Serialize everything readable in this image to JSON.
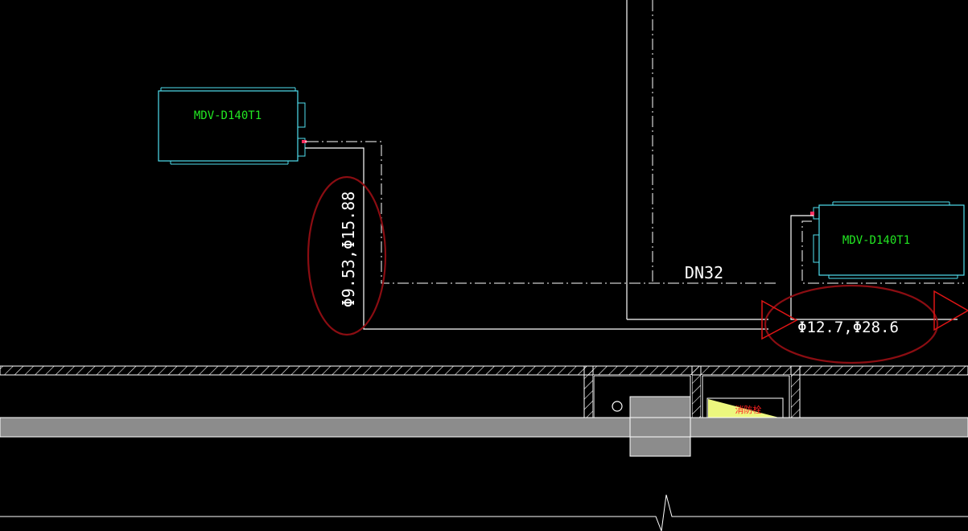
{
  "units": [
    {
      "id": "unit-1",
      "model": "MDV-D140T1"
    },
    {
      "id": "unit-2",
      "model": "MDV-D140T1"
    }
  ],
  "pipe_labels": {
    "branch_pipe": "Φ9.53,Φ15.88",
    "drain_pipe": "DN32",
    "main_pipe": "Φ12.7,Φ28.6"
  },
  "hydrant_label": "消防栓",
  "colors": {
    "background": "#000000",
    "line": "#ffffff",
    "unit_outline": "#4fe0f0",
    "unit_text": "#22e622",
    "annotation": "#8b0d12",
    "arrow": "#e01515",
    "beam": "#8c8c8c",
    "hydrant_fill": "#ecf77e",
    "hydrant_text": "#ff2020"
  }
}
